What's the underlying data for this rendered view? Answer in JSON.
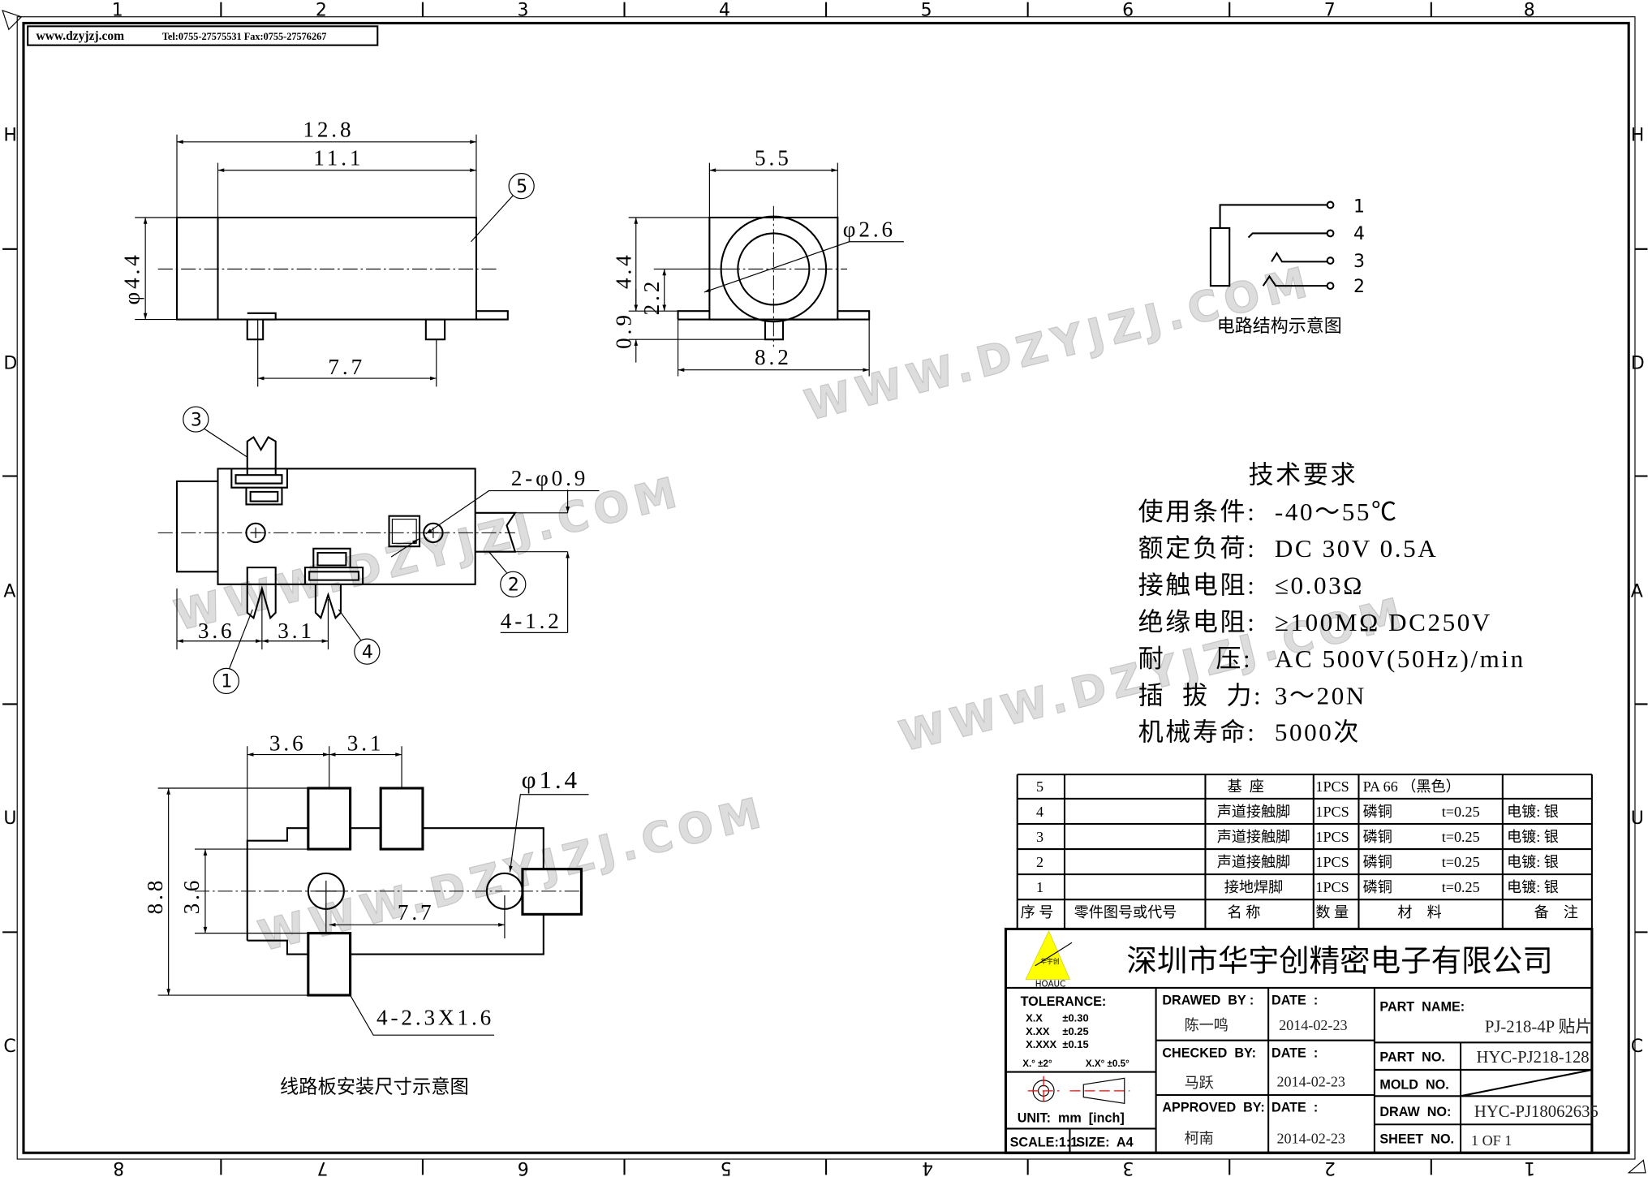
{
  "header": {
    "website": "www.dzyjzj.com",
    "contact": "Tel:0755-27575531  Fax:0755-27576267"
  },
  "grid": {
    "columns": [
      "1",
      "2",
      "3",
      "4",
      "5",
      "6",
      "7",
      "8"
    ],
    "rows": [
      "H",
      "D",
      "A",
      "U",
      "C"
    ]
  },
  "watermark": "WWW.DZYJZJ.COM",
  "side_view": {
    "dim_length": "12.8",
    "dim_body": "11.1",
    "dim_dia": "φ4.4",
    "dim_pins": "7.7",
    "balloon": "5"
  },
  "front_view": {
    "dim_width": "5.5",
    "dim_hole": "φ2.6",
    "dim_height": "4.4",
    "dim_center": "2.2",
    "dim_base": "0.9",
    "dim_flange": "8.2"
  },
  "top_view": {
    "dim_holes": "2-φ0.9",
    "dim_pin_width": "4-1.2",
    "dim_a": "3.6",
    "dim_b": "3.1",
    "balloons": [
      "1",
      "2",
      "3",
      "4"
    ]
  },
  "pcb_view": {
    "dim_a": "3.6",
    "dim_b": "3.1",
    "dim_height": "8.8",
    "dim_center": "3.6",
    "dim_span": "7.7",
    "dim_hole": "φ1.4",
    "dim_pads": "4-2.3X1.6",
    "caption": "线路板安装尺寸示意图"
  },
  "schematic": {
    "pins": [
      "1",
      "4",
      "3",
      "2"
    ],
    "caption": "电路结构示意图"
  },
  "tech_requirements": {
    "title": "技术要求",
    "items": [
      {
        "label": "使用条件:",
        "value": "-40～55℃"
      },
      {
        "label": "额定负荷:",
        "value": "DC  30V  0.5A"
      },
      {
        "label": "接触电阻:",
        "value": "≤0.03Ω"
      },
      {
        "label": "绝缘电阻:",
        "value": "≥100MΩ  DC250V"
      },
      {
        "label": "耐      压:",
        "value": "AC  500V(50Hz)/min"
      },
      {
        "label": "插  拔  力:",
        "value": "3～20N"
      },
      {
        "label": "机械寿命:",
        "value": "5000次"
      }
    ]
  },
  "bom": {
    "headers": [
      "序 号",
      "零件图号或代号",
      "名 称",
      "数 量",
      "材    料",
      "备    注"
    ],
    "rows": [
      {
        "no": "5",
        "code": "",
        "name": "基  座",
        "qty": "1PCS",
        "material": "PA 66 （黑色）",
        "thickness": "",
        "note": ""
      },
      {
        "no": "4",
        "code": "",
        "name": "声道接触脚",
        "qty": "1PCS",
        "material": "磷铜",
        "thickness": "t=0.25",
        "note": "电镀: 银"
      },
      {
        "no": "3",
        "code": "",
        "name": "声道接触脚",
        "qty": "1PCS",
        "material": "磷铜",
        "thickness": "t=0.25",
        "note": "电镀: 银"
      },
      {
        "no": "2",
        "code": "",
        "name": "声道接触脚",
        "qty": "1PCS",
        "material": "磷铜",
        "thickness": "t=0.25",
        "note": "电镀: 银"
      },
      {
        "no": "1",
        "code": "",
        "name": "接地焊脚",
        "qty": "1PCS",
        "material": "磷铜",
        "thickness": "t=0.25",
        "note": "电镀: 银"
      }
    ]
  },
  "title_block": {
    "company": "深圳市华宇创精密电子有限公司",
    "logo_text": "HOAUC",
    "logo_cn": "华宇创",
    "tolerance_label": "TOLERANCE:",
    "tolerances": [
      {
        "k": "X.X",
        "v": "±0.30"
      },
      {
        "k": "X.XX",
        "v": "±0.25"
      },
      {
        "k": "X.XXX",
        "v": "±0.15"
      }
    ],
    "angle_tol_1": "X.° ±2°",
    "angle_tol_2": "X.X° ±0.5°",
    "unit": "UNIT:  mm  [inch]",
    "scale": "SCALE:1:1",
    "size": "SIZE:  A4",
    "drawed_by_label": "DRAWED  BY :",
    "drawed_by": "陈一鸣",
    "checked_by_label": "CHECKED  BY:",
    "checked_by": "马跃",
    "approved_by_label": "APPROVED  BY:",
    "approved_by": "柯南",
    "date_label": "DATE  :",
    "date_drawed": "2014-02-23",
    "date_checked": "2014-02-23",
    "date_approved": "2014-02-23",
    "part_name_label": "PART  NAME:",
    "part_name": "PJ-218-4P 贴片",
    "part_no_label": "PART  NO.",
    "part_no": "HYC-PJ218-128",
    "mold_no_label": "MOLD  NO.",
    "draw_no_label": "DRAW  NO:",
    "draw_no": "HYC-PJ18062635",
    "sheet_no_label": "SHEET  NO.",
    "sheet_no": "1 OF 1",
    "logo_color": "#ffff00",
    "symbol_color": "#ff0000"
  }
}
